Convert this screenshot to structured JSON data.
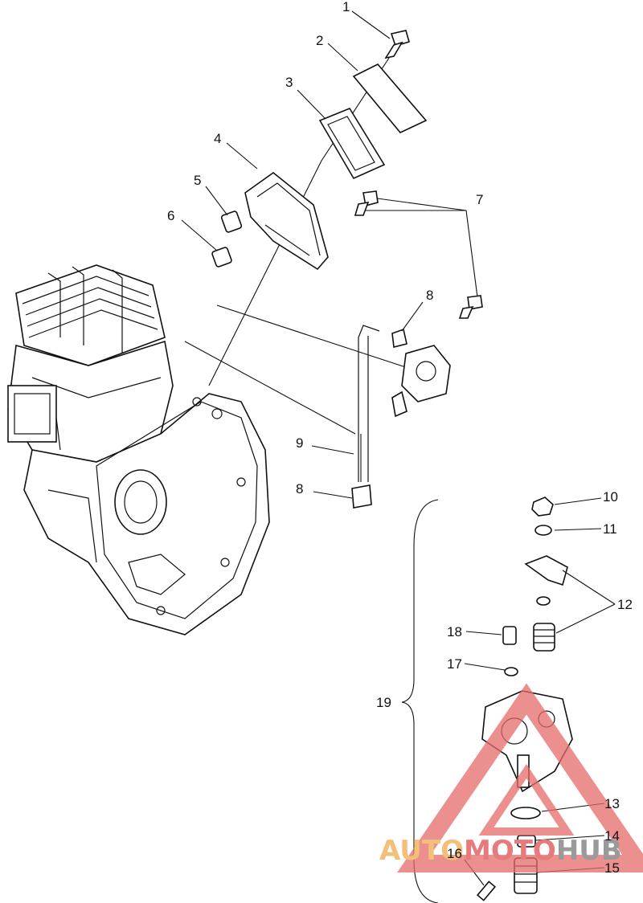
{
  "callouts": [
    {
      "id": "c1",
      "label": "1"
    },
    {
      "id": "c2",
      "label": "2"
    },
    {
      "id": "c3",
      "label": "3"
    },
    {
      "id": "c4",
      "label": "4"
    },
    {
      "id": "c5",
      "label": "5"
    },
    {
      "id": "c6",
      "label": "6"
    },
    {
      "id": "c7",
      "label": "7"
    },
    {
      "id": "c8a",
      "label": "8"
    },
    {
      "id": "c9",
      "label": "9"
    },
    {
      "id": "c8b",
      "label": "8"
    },
    {
      "id": "c10",
      "label": "10"
    },
    {
      "id": "c11",
      "label": "11"
    },
    {
      "id": "c12",
      "label": "12"
    },
    {
      "id": "c18",
      "label": "18"
    },
    {
      "id": "c17",
      "label": "17"
    },
    {
      "id": "c19",
      "label": "19"
    },
    {
      "id": "c13",
      "label": "13"
    },
    {
      "id": "c14",
      "label": "14"
    },
    {
      "id": "c16",
      "label": "16"
    },
    {
      "id": "c15",
      "label": "15"
    }
  ],
  "watermark": {
    "part1": "AUTO",
    "part2": "MOTO",
    "part3": "HUB",
    "colors": {
      "auto": "#f3c07a",
      "moto": "#e77a7a",
      "hub": "#9a9a9a",
      "triangle": "#e56a6a"
    }
  }
}
